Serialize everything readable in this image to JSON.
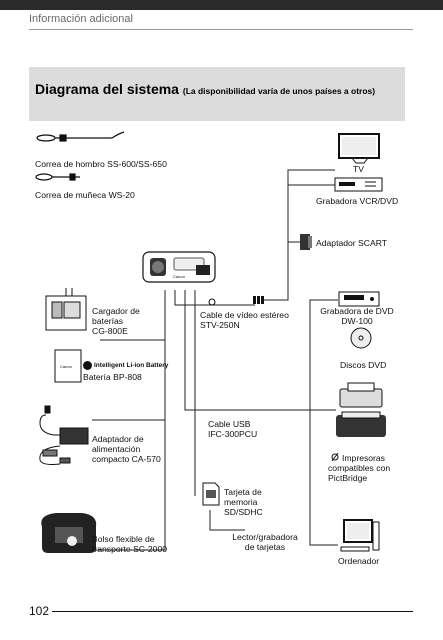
{
  "header": {
    "section": "Información adicional"
  },
  "title": {
    "main": "Diagrama del sistema",
    "sub": "(La disponibilidad varía de unos países a otros)"
  },
  "labels": {
    "shoulder_strap": "Correa de hombro SS-600/SS-650",
    "wrist_strap": "Correa de muñeca WS-20",
    "charger": [
      "Cargador de",
      "baterías",
      "CG-800E"
    ],
    "battery_brand": "Intelligent Li-ion Battery",
    "battery": "Batería BP-808",
    "adapter": [
      "Adaptador de",
      "alimentación",
      "compacto CA-570"
    ],
    "bag": [
      "Bolso flexible de",
      "transporte SC-2000"
    ],
    "tv": "TV",
    "vcr": "Grabadora VCR/DVD",
    "scart": "Adaptador SCART",
    "stereo_cable": [
      "Cable de vídeo estéreo",
      "STV-250N"
    ],
    "dvd_burner": [
      "Grabadora de DVD",
      "DW-100"
    ],
    "dvd_discs": "Discos DVD",
    "usb_cable": [
      "Cable USB",
      "IFC-300PCU"
    ],
    "printers": [
      "Impresoras",
      "compatibles con",
      "PictBridge"
    ],
    "memory_card": [
      "Tarjeta de",
      "memoria",
      "SD/SDHC"
    ],
    "card_reader": [
      "Lector/grabadora",
      "de tarjetas"
    ],
    "computer": "Ordenador"
  },
  "footer": {
    "page_number": "102"
  }
}
